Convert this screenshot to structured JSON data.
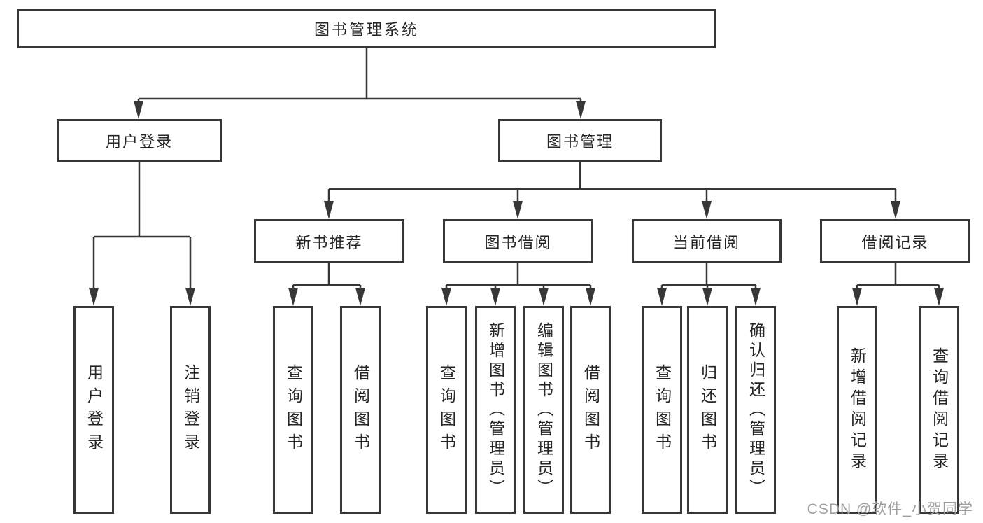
{
  "diagram_title": "图书管理系统",
  "tree": {
    "root": "图书管理系统",
    "children": [
      {
        "label": "用户登录",
        "children": [
          "用户登录",
          "注销登录"
        ]
      },
      {
        "label": "图书管理",
        "children": [
          {
            "label": "新书推荐",
            "children": [
              "查询图书",
              "借阅图书"
            ]
          },
          {
            "label": "图书借阅",
            "children": [
              "查询图书",
              "新增图书（管理员）",
              "编辑图书（管理员）",
              "借阅图书"
            ]
          },
          {
            "label": "当前借阅",
            "children": [
              "查询图书",
              "归还图书",
              "确认归还（管理员）"
            ]
          },
          {
            "label": "借阅记录",
            "children": [
              "新增借阅记录",
              "查询借阅记录"
            ]
          }
        ]
      }
    ]
  },
  "watermark": {
    "text": "CSDN @软件_小贺同学"
  },
  "colors": {
    "background": "#ffffff",
    "box_border": "#373737",
    "connector_line": "#373737",
    "text": "#262626",
    "watermark_text": "#9e9e9e"
  }
}
